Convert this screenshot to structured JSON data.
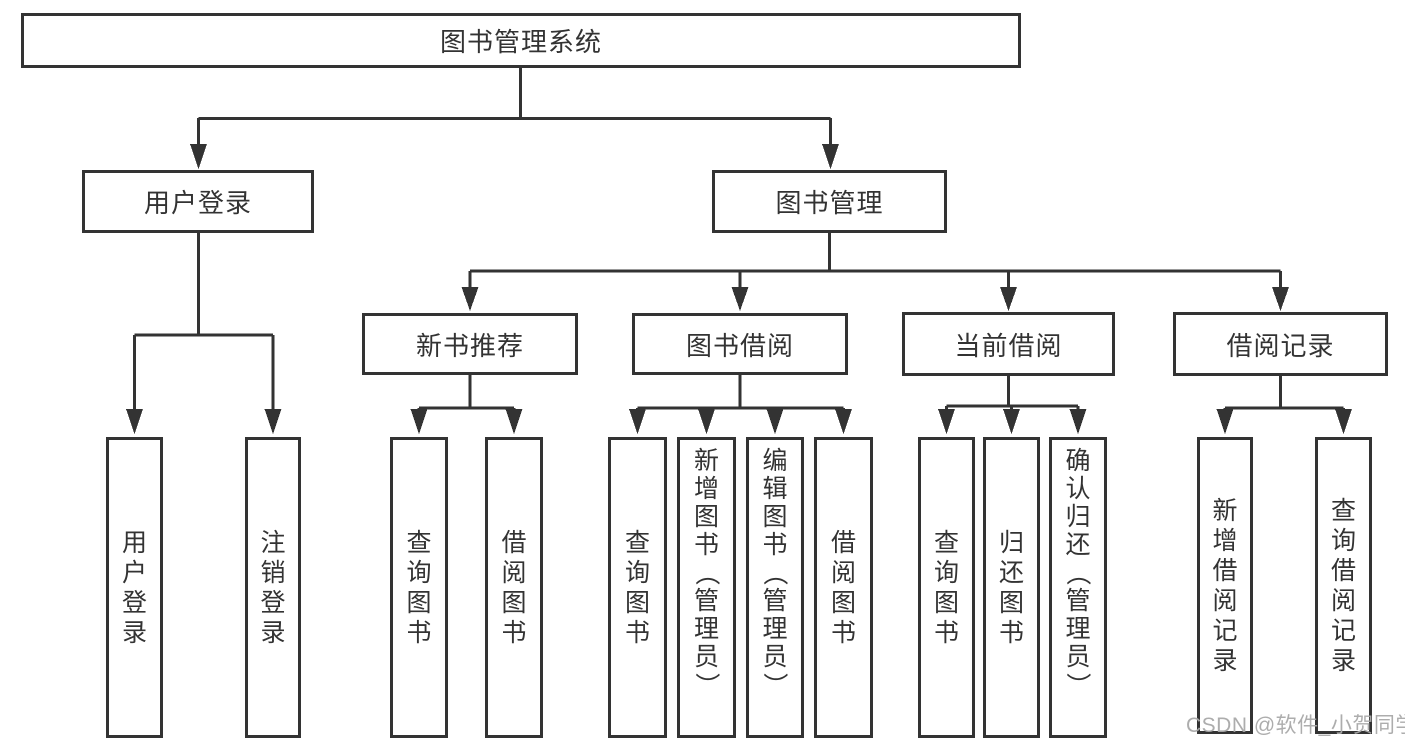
{
  "diagram": {
    "root": {
      "label": "图书管理系统"
    },
    "branches": [
      {
        "label": "用户登录",
        "children": [
          {
            "label": "用户登录"
          },
          {
            "label": "注销登录"
          }
        ]
      },
      {
        "label": "图书管理",
        "children": [
          {
            "label": "新书推荐",
            "children": [
              {
                "label": "查询图书"
              },
              {
                "label": "借阅图书"
              }
            ]
          },
          {
            "label": "图书借阅",
            "children": [
              {
                "label": "查询图书"
              },
              {
                "label": "新增图书（管理员）"
              },
              {
                "label": "编辑图书（管理员）"
              },
              {
                "label": "借阅图书"
              }
            ]
          },
          {
            "label": "当前借阅",
            "children": [
              {
                "label": "查询图书"
              },
              {
                "label": "归还图书"
              },
              {
                "label": "确认归还（管理员）"
              }
            ]
          },
          {
            "label": "借阅记录",
            "children": [
              {
                "label": "新增借阅记录"
              },
              {
                "label": "查询借阅记录"
              }
            ]
          }
        ]
      }
    ]
  },
  "watermark": {
    "text": "CSDN @软件_小贺同学"
  },
  "colors": {
    "line": "#333333",
    "text": "#333333",
    "watermark": "#a9a9a9",
    "background": "#ffffff"
  }
}
